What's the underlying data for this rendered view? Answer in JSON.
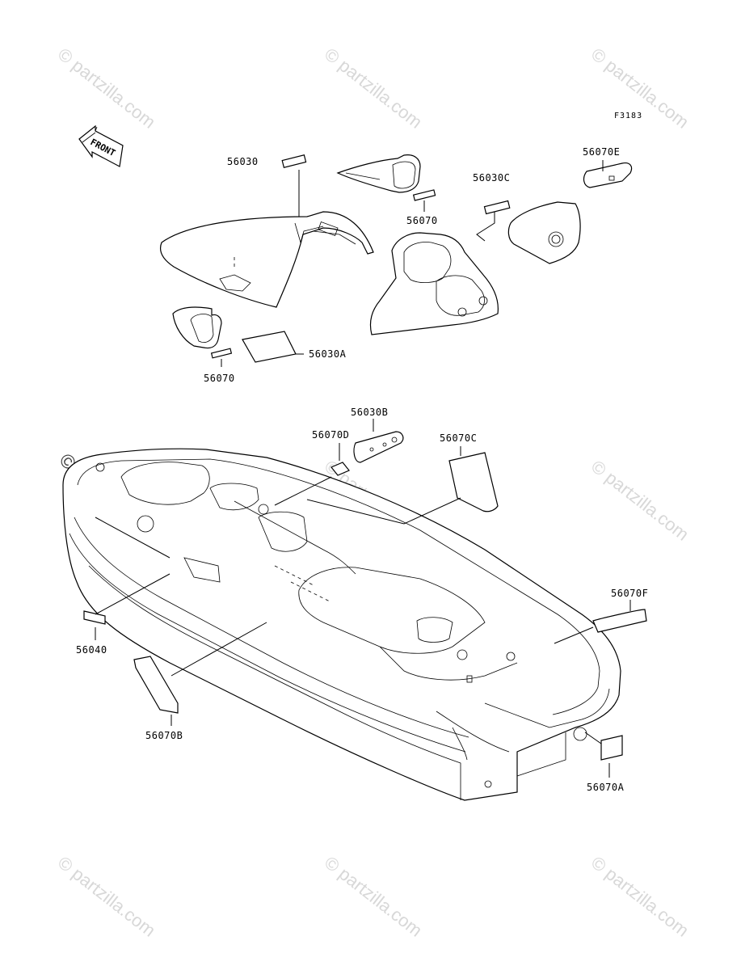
{
  "figure_code": "F3183",
  "front_label": "FRONT",
  "watermark": {
    "small": "© partzilla.com",
    "large": "© Partzilla.com"
  },
  "callouts": [
    {
      "id": "56030",
      "label": "56030"
    },
    {
      "id": "56070-top",
      "label": "56070"
    },
    {
      "id": "56030C",
      "label": "56030C"
    },
    {
      "id": "56070E",
      "label": "56070E"
    },
    {
      "id": "56030A",
      "label": "56030A"
    },
    {
      "id": "56070-left",
      "label": "56070"
    },
    {
      "id": "56030B",
      "label": "56030B"
    },
    {
      "id": "56070D",
      "label": "56070D"
    },
    {
      "id": "56070C",
      "label": "56070C"
    },
    {
      "id": "56070F",
      "label": "56070F"
    },
    {
      "id": "56040",
      "label": "56040"
    },
    {
      "id": "56070B",
      "label": "56070B"
    },
    {
      "id": "56070A",
      "label": "56070A"
    }
  ]
}
